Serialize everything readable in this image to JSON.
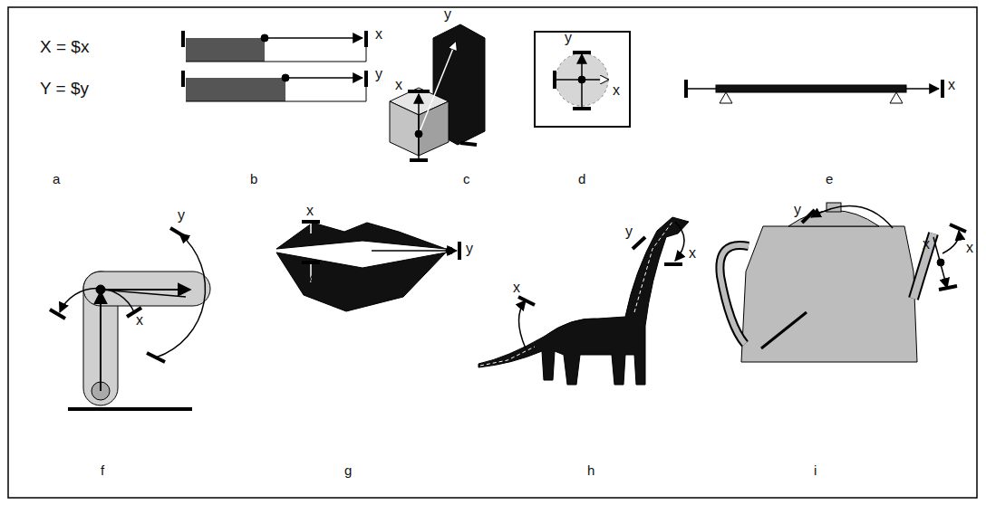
{
  "diagram": {
    "labels": [
      "X = $x",
      "Y = $y",
      "a",
      "x",
      "y",
      "b",
      "y",
      "x",
      "c",
      "y",
      "x",
      "d",
      "x",
      "e",
      "y",
      "x",
      "f",
      "x",
      "x",
      "y",
      "g",
      "y",
      "x",
      "x",
      "h",
      "y",
      "x",
      "x",
      "i"
    ]
  }
}
